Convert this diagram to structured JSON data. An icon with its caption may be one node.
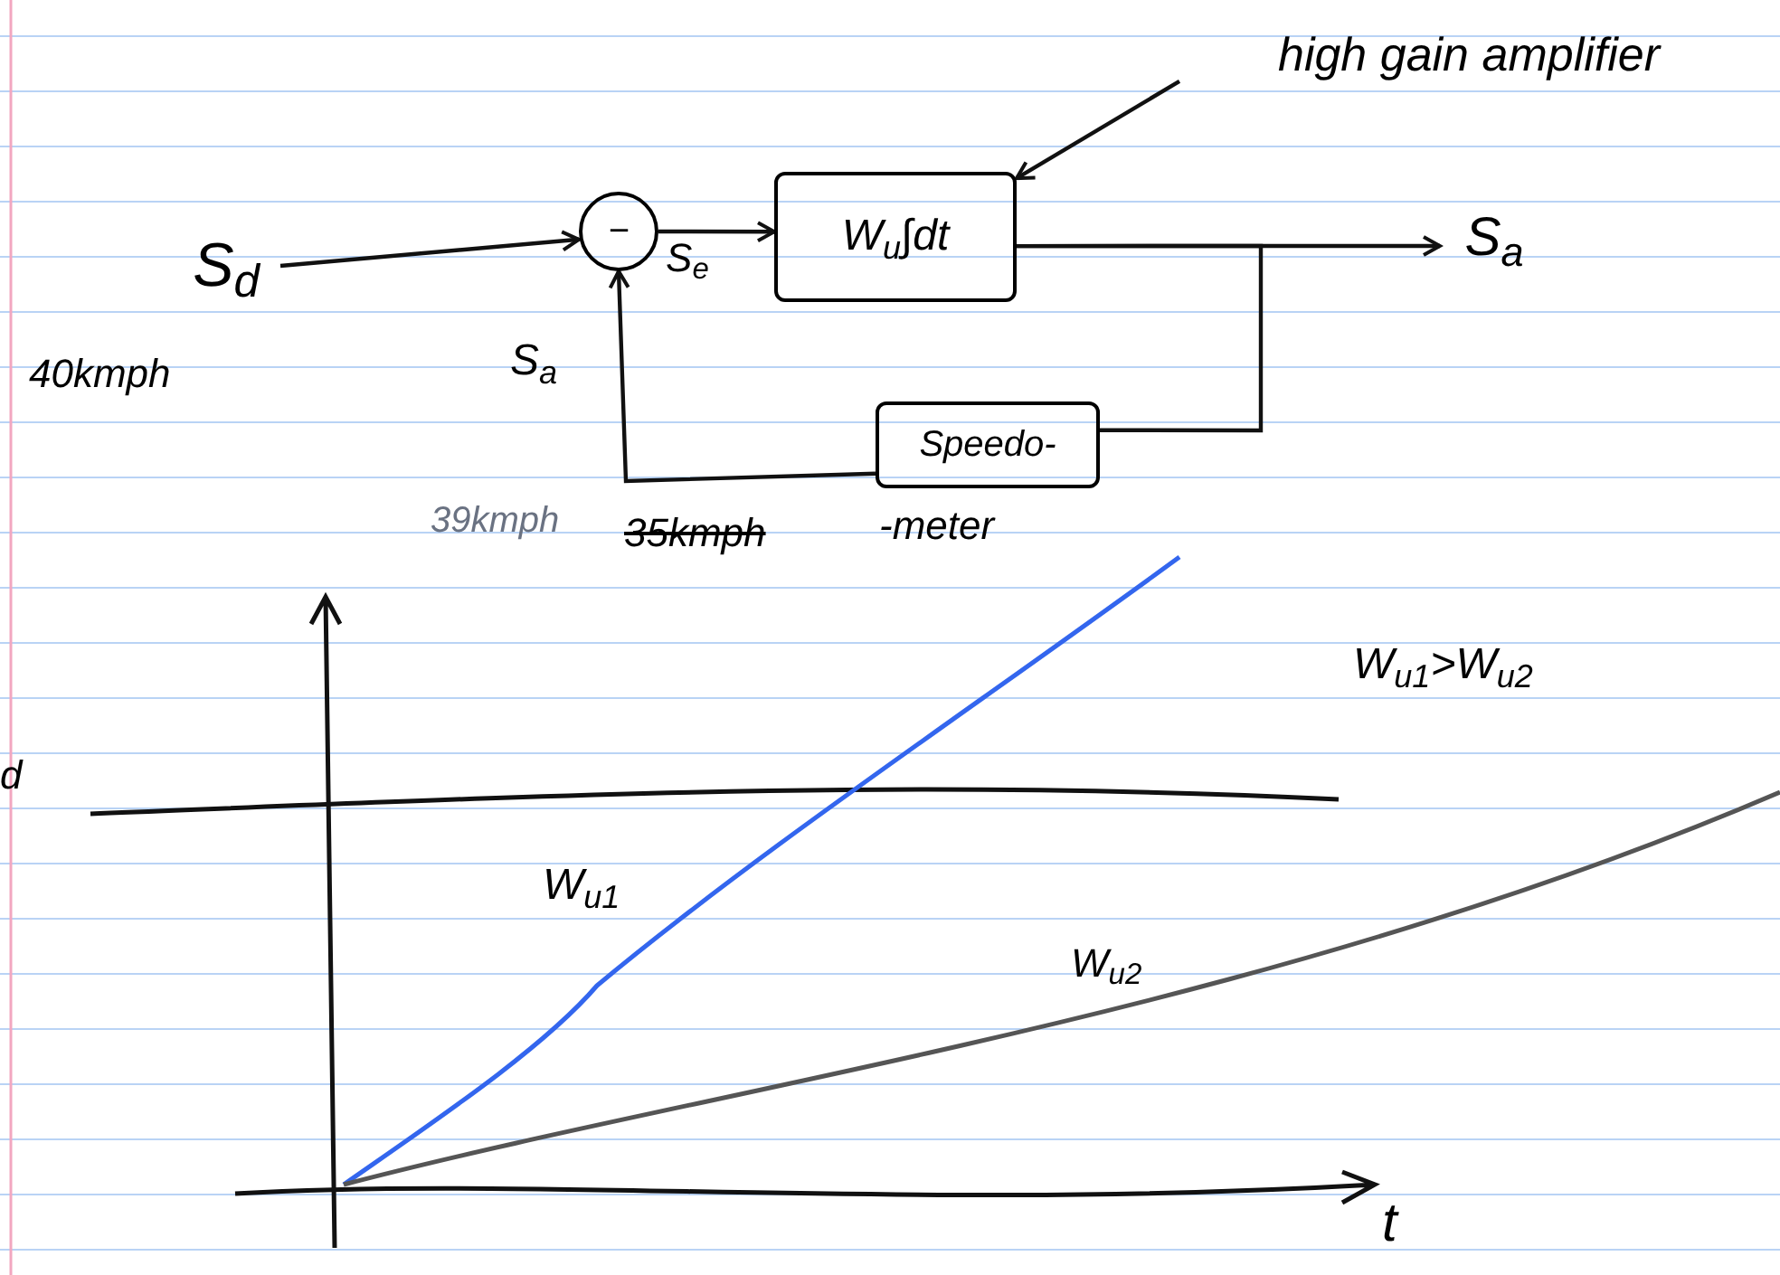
{
  "diagram": {
    "nodes": [
      {
        "text": [
          "S$_{d}$"
        ]
      },
      {
        "text": [
          "−"
        ]
      },
      {
        "text": [
          "W$_{u}$∫dt"
        ]
      },
      {
        "text": [
          "S$_{a}$"
        ]
      },
      {
        "text": [
          "Speedo-"
        ],
        "beside": [
          "-meter"
        ]
      },
      {
        "text": [
          "high gain amplifier"
        ]
      }
    ],
    "edges": [
      {
        "from": 0,
        "to": 1,
        "arrow": "to"
      },
      {
        "from": 1,
        "to": 2,
        "arrow": "to",
        "label": "S$_{e}$"
      },
      {
        "from": 2,
        "to": 3,
        "arrow": "to"
      },
      {
        "from": 2,
        "to": 4,
        "arrow": "none"
      },
      {
        "from": 4,
        "to": 1,
        "arrow": "to"
      },
      {
        "from": 5,
        "to": 2,
        "arrow": "to"
      }
    ],
    "labels": [
      "40kmph",
      "S$_{a}$",
      "39kmph",
      "35kmph",
      "d",
      "W$_{u1}$",
      "W$_{u2}$",
      "W$_{u1}$>W$_{u2}$",
      "t"
    ]
  }
}
